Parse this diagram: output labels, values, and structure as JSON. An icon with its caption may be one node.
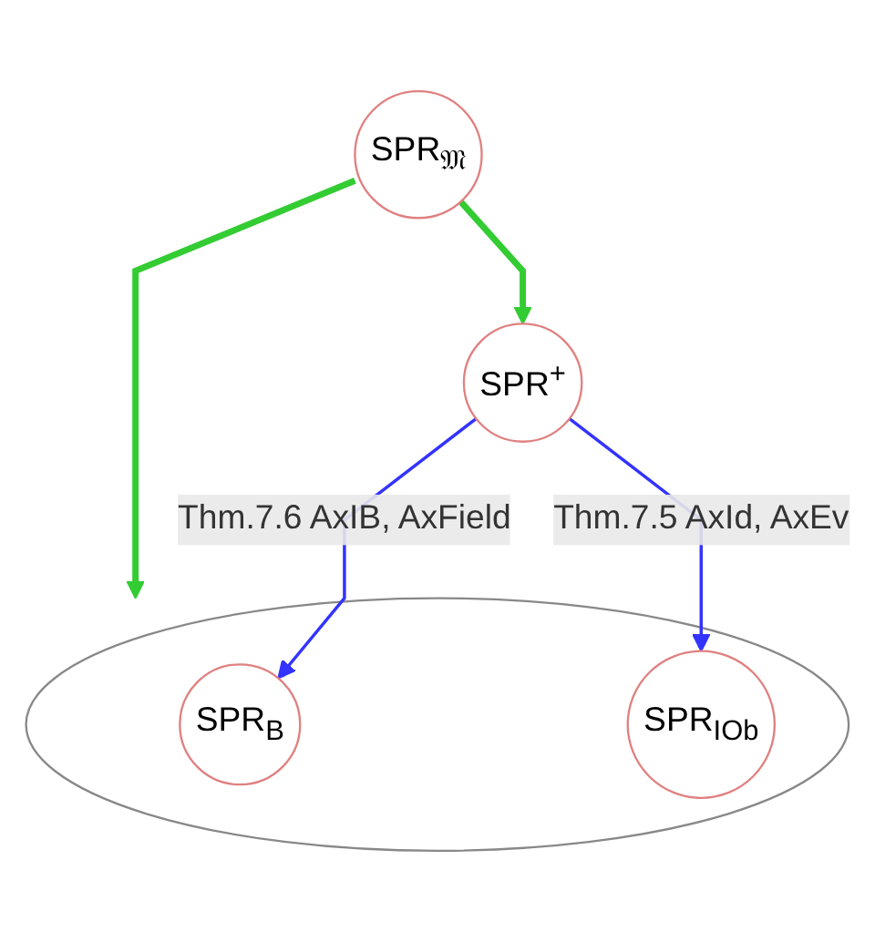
{
  "diagram": {
    "nodes": [
      {
        "text": [
          "SPR$_{𝔐}$"
        ]
      },
      {
        "text": [
          "SPR$^{+}$"
        ]
      },
      {
        "text": [],
        "shape": "ellipse"
      },
      {
        "text": [
          "SPR$_{B}$"
        ],
        "in": 2
      },
      {
        "text": [
          "SPR$_{IOb}$"
        ],
        "in": 2
      }
    ],
    "edges": [
      {
        "from": 0,
        "to": 1,
        "arrow": "to",
        "style": "thick",
        "color": "#33cc33"
      },
      {
        "from": 0,
        "to": 2,
        "arrow": "to",
        "style": "thick",
        "color": "#33cc33"
      },
      {
        "from": 1,
        "to": 3,
        "arrow": "to",
        "label": "Thm.7.6 AxIB, AxField",
        "color": "#3333ff"
      },
      {
        "from": 1,
        "to": 4,
        "arrow": "to",
        "label": "Thm.7.5 AxId, AxEv",
        "color": "#3333ff"
      }
    ]
  }
}
